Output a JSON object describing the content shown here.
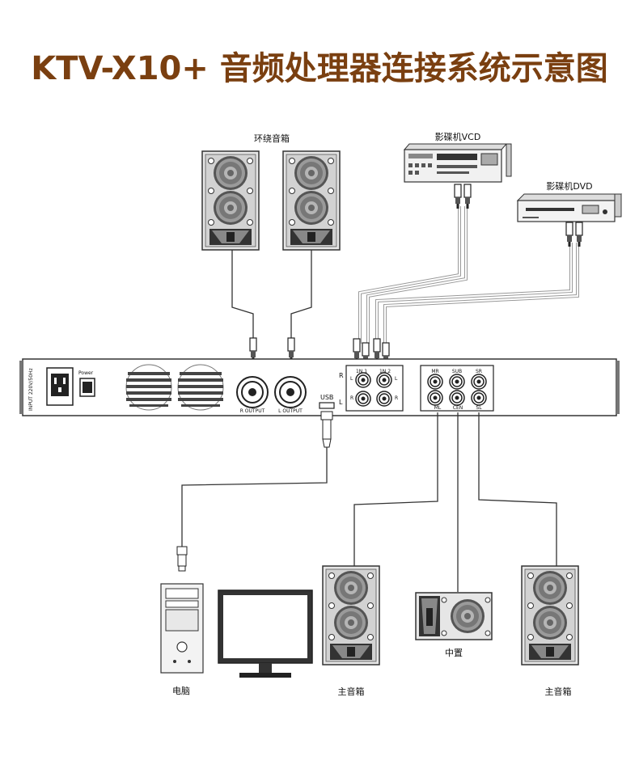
{
  "title": "KTV-X10+ 音频处理器连接系统示意图",
  "devices": {
    "surround_speakers": "环绕音箱",
    "vcd_player": "影碟机VCD",
    "dvd_player": "影碟机DVD",
    "computer": "电脑",
    "main_speaker_left": "主音箱",
    "center_speaker": "中置",
    "main_speaker_right": "主音箱"
  },
  "processor_panel": {
    "input_power": "INPUT 220V/50Hz",
    "power_switch": "Power",
    "r_output": "R OUTPUT",
    "l_output": "L OUTPUT",
    "usb": "USB",
    "in1": "1N 1",
    "in2": "1N 2",
    "r_side": "R",
    "l_side": "L",
    "r_left": "R",
    "in1_l": "L",
    "in2_l": "L",
    "in1_r": "R",
    "in2_r": "R",
    "mr": "MR",
    "sub": "SUB",
    "sr": "SR",
    "ml": "ML",
    "cen": "CEN",
    "sl": "SL"
  }
}
